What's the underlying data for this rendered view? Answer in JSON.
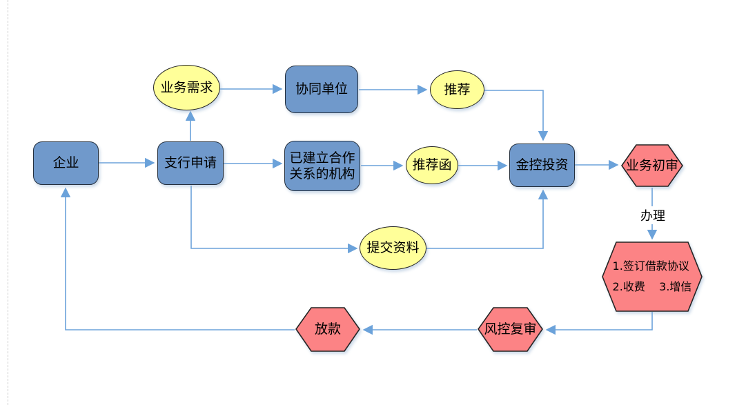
{
  "diagram_title": "loan-process-flowchart",
  "palette": {
    "node_blue": "#7099CB",
    "node_yellow": "#FFFF99",
    "node_red": "#FC8385",
    "connector_blue": "#6BA2DA",
    "border_dark": "#242424"
  },
  "nodes": {
    "enterprise": {
      "label": "企业",
      "shape": "rounded-rect",
      "color": "blue"
    },
    "branch_application": {
      "label": "支行申请",
      "shape": "rounded-rect",
      "color": "blue"
    },
    "business_demand": {
      "label": "业务需求",
      "shape": "ellipse",
      "color": "yellow"
    },
    "cooperative_unit": {
      "label": "协同单位",
      "shape": "rounded-rect",
      "color": "blue"
    },
    "recommend": {
      "label": "推荐",
      "shape": "ellipse",
      "color": "yellow"
    },
    "partner_institution": {
      "lines": [
        "已建立合作",
        "关系的机构"
      ],
      "shape": "rounded-rect",
      "color": "blue"
    },
    "recommendation_letter": {
      "label": "推荐函",
      "shape": "ellipse",
      "color": "yellow"
    },
    "jinkong_investment": {
      "label": "金控投资",
      "shape": "rounded-rect",
      "color": "blue"
    },
    "initial_review": {
      "label": "业务初审",
      "shape": "hexagon",
      "color": "red"
    },
    "agreement_steps": {
      "lines": [
        "1.签订借款协议",
        "2.收费    3.增信"
      ],
      "shape": "hexagon",
      "color": "red"
    },
    "submit_materials": {
      "label": "提交资料",
      "shape": "ellipse",
      "color": "yellow"
    },
    "loan_disbursement": {
      "label": "放款",
      "shape": "hexagon",
      "color": "red"
    },
    "risk_review": {
      "label": "风控复审",
      "shape": "hexagon",
      "color": "red"
    }
  },
  "connector_labels": {
    "process": "办理"
  }
}
